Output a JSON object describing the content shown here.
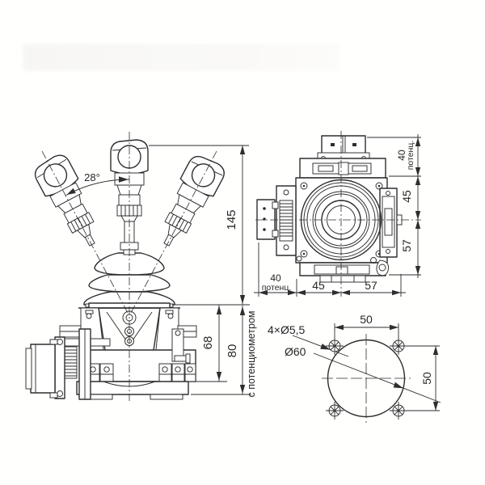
{
  "front_view": {
    "tilt_angle": "28°",
    "dim_height": "145",
    "dim_depth_body": "68",
    "dim_depth_total": "80",
    "note_with_potentiometer": "с потенциометром"
  },
  "top_view": {
    "dim_bottom_40": "40",
    "dim_bottom_40_unit": "потенц.",
    "dim_bottom_45": "45",
    "dim_bottom_57": "57",
    "dim_right_40": "40",
    "dim_right_40_unit": "потенц.",
    "dim_right_45": "45",
    "dim_right_57": "57"
  },
  "mounting_view": {
    "label_holes": "4×Ø5,5",
    "label_cutout": "Ø60",
    "dim_width": "50",
    "dim_height": "50"
  },
  "colors": {
    "line": "#2e2e2e",
    "text": "#262626",
    "background": "#ffffff"
  }
}
